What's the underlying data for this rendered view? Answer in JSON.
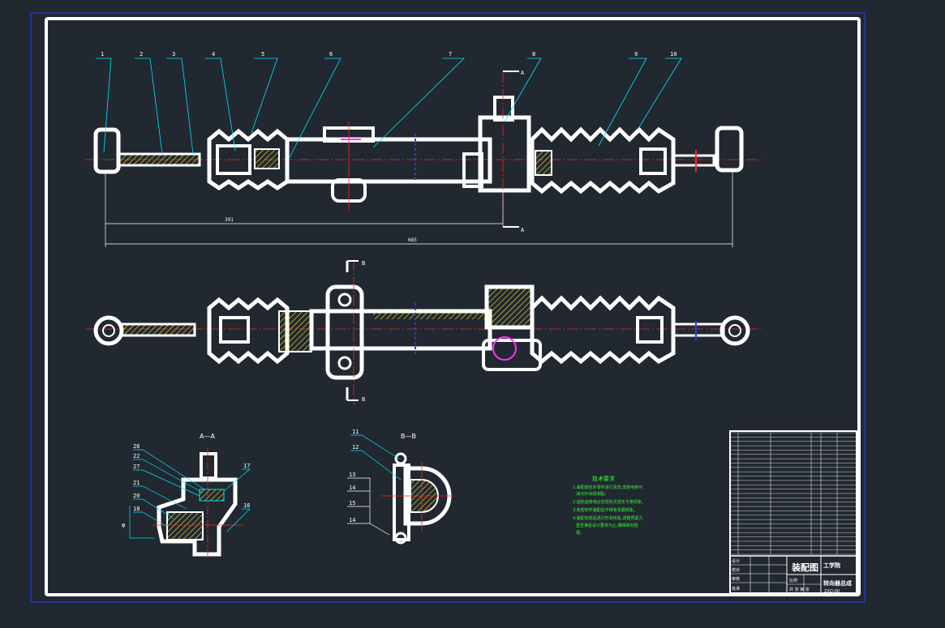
{
  "drawing": {
    "part_labels_top": [
      "1",
      "2",
      "3",
      "4",
      "5",
      "6",
      "7",
      "8",
      "9",
      "10"
    ],
    "section_cut_A": "A",
    "section_cut_B": "B",
    "dimension_1": "391",
    "dimension_2": "685",
    "section_aa_title": "A—A",
    "section_bb_title": "B—B",
    "aa_labels": [
      "26",
      "22",
      "27",
      "21",
      "20",
      "18",
      "17",
      "16"
    ],
    "aa_side_label": "φ",
    "bb_labels": [
      "11",
      "12",
      "13",
      "14",
      "15",
      "14"
    ]
  },
  "notes": {
    "title": "技术要求",
    "lines": [
      "1.装配前应对零件进行清洗,去除毛刺与",
      "油污并涂润滑脂。",
      "2.齿轮齿条啮合应轻快灵活无卡滞现象。",
      "3.各密封件装配后不得有渗漏现象。",
      "4.装配完成后进行形状检验,调整预紧力",
      "直至满足设计要求为止,确保转向轻",
      "便。"
    ]
  },
  "title_block": {
    "drawing_title": "装配图",
    "school": "工学院",
    "subtitle": "转向器总成",
    "drawing_no": "ZXQ-00",
    "row_labels": [
      "设计",
      "校对",
      "审核",
      "批准"
    ],
    "scale_label": "比例",
    "sheet_label": "共 张 第 张",
    "bom_rows": 28
  },
  "colors": {
    "background": "#212830",
    "frame": "#ffffff",
    "outer_border": "#2a3fd8",
    "outline": "#ffffff",
    "centerline": "#ff2222",
    "leader": "#00e5ff",
    "hatch": "#ffee33",
    "accent": "#ff33ff",
    "notes": "#33ff33"
  }
}
